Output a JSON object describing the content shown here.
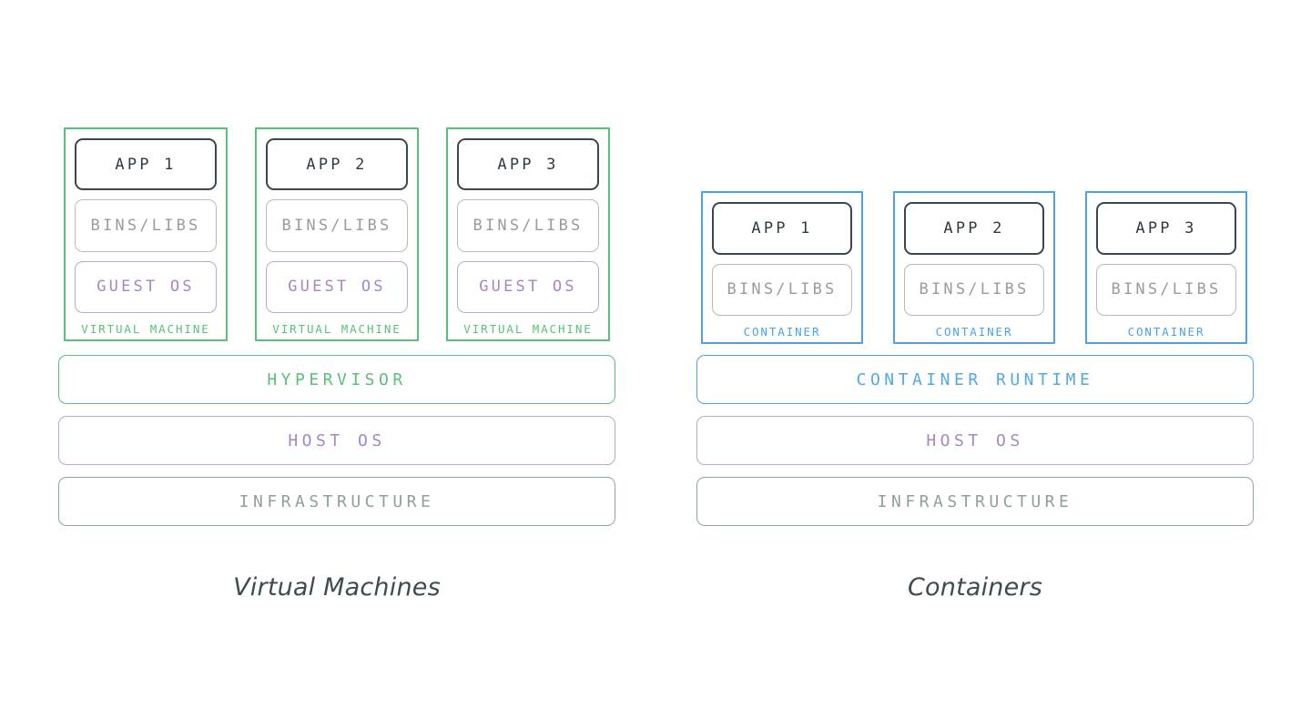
{
  "diagram": {
    "title_left": "Virtual Machines",
    "title_right": "Containers",
    "colors": {
      "vm_accent": "#59c179",
      "container_accent": "#4ba3e3",
      "host_os_accent": "#bda4d6",
      "infrastructure_accent": "#8fa5a2",
      "app_border": "#3a474e",
      "bins_border": "#b9b9b9",
      "background": "#ffffff",
      "caption_text": "#3d4b52"
    }
  },
  "vm_side": {
    "caption": "Virtual Machines",
    "group_label": "VIRTUAL MACHINE",
    "groups": [
      {
        "app": "APP 1",
        "bins": "BINS/LIBS",
        "guest": "GUEST OS",
        "label": "VIRTUAL MACHINE"
      },
      {
        "app": "APP 2",
        "bins": "BINS/LIBS",
        "guest": "GUEST OS",
        "label": "VIRTUAL MACHINE"
      },
      {
        "app": "APP 3",
        "bins": "BINS/LIBS",
        "guest": "GUEST OS",
        "label": "VIRTUAL MACHINE"
      }
    ],
    "bands": [
      {
        "label": "HYPERVISOR"
      },
      {
        "label": "HOST OS"
      },
      {
        "label": "INFRASTRUCTURE"
      }
    ]
  },
  "container_side": {
    "caption": "Containers",
    "group_label": "CONTAINER",
    "groups": [
      {
        "app": "APP 1",
        "bins": "BINS/LIBS",
        "label": "CONTAINER"
      },
      {
        "app": "APP 2",
        "bins": "BINS/LIBS",
        "label": "CONTAINER"
      },
      {
        "app": "APP 3",
        "bins": "BINS/LIBS",
        "label": "CONTAINER"
      }
    ],
    "bands": [
      {
        "label": "CONTAINER RUNTIME"
      },
      {
        "label": "HOST OS"
      },
      {
        "label": "INFRASTRUCTURE"
      }
    ]
  }
}
